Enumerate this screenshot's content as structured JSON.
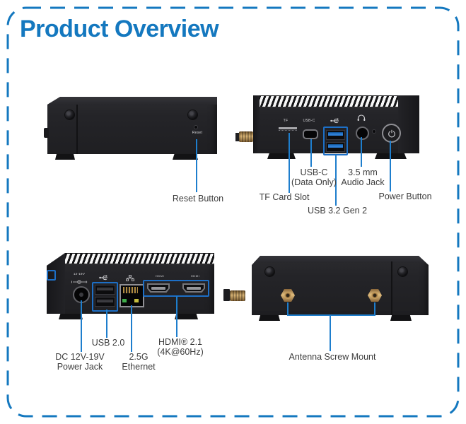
{
  "page": {
    "title": "Product Overview"
  },
  "colors": {
    "title_blue": "#1478bf",
    "callout_line_blue": "#1e7ecd",
    "port_outline_blue": "#1d6fc6",
    "label_text": "#3c3c3c",
    "device_body": "#242428",
    "usb3_tongue_blue": "#2e7fd6",
    "antenna_gold": "#d9b475",
    "ethernet_led_green": "#3fae4a",
    "ethernet_led_yellow": "#c5bd3e"
  },
  "views": {
    "rear_side": {
      "marking_reset": "Reset",
      "callout_reset": "Reset Button"
    },
    "front_io": {
      "marking_tf": "TF",
      "marking_usbc": "USB-C",
      "callout_tf": "TF Card Slot",
      "callout_usbc_line1": "USB-C",
      "callout_usbc_line2": "(Data Only)",
      "callout_usb32": "USB 3.2 Gen 2",
      "callout_audio_line1": "3.5 mm",
      "callout_audio_line2": "Audio Jack",
      "callout_power": "Power Button"
    },
    "rear_io": {
      "marking_dc": "12-19V",
      "marking_hdmi1": "HDMI",
      "marking_hdmi2": "HDMI",
      "callout_usb20": "USB 2.0",
      "callout_dc_line1": "DC 12V-19V",
      "callout_dc_line2": "Power Jack",
      "callout_eth_line1": "2.5G",
      "callout_eth_line2": "Ethernet",
      "callout_hdmi_line1": "HDMI® 2.1",
      "callout_hdmi_line2": "(4K@60Hz)"
    },
    "bottom": {
      "callout_antenna": "Antenna Screw Mount"
    }
  },
  "icons": {
    "superspeed_usb": "superspeed-usb-trident",
    "usb": "usb-trident",
    "headphone": "headphone",
    "power": "power-symbol",
    "ethernet": "network-nodes",
    "dc_polarity": "center-positive-polarity"
  }
}
